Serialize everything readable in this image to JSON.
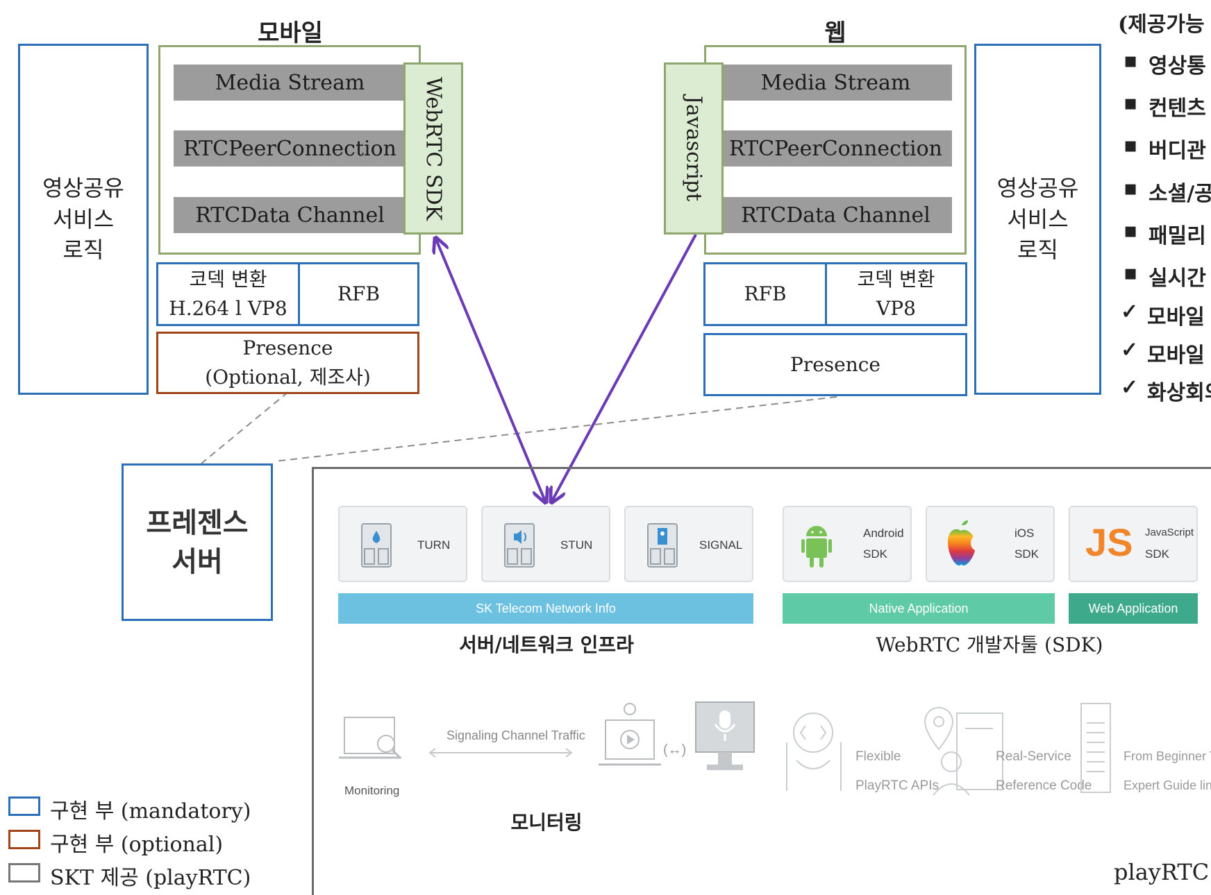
{
  "mobile": {
    "title": "모바일",
    "logic": [
      "영상공유",
      "서비스",
      "로직"
    ],
    "stack": [
      "Media Stream",
      "RTCPeerConnection",
      "RTCData Channel"
    ],
    "sdk_label": "WebRTC SDK",
    "codec": [
      "코덱 변환",
      "H.264 l VP8"
    ],
    "rfb": "RFB",
    "presence": [
      "Presence",
      "(Optional, 제조사)"
    ]
  },
  "web": {
    "title": "웹",
    "logic": [
      "영상공유",
      "서비스",
      "로직"
    ],
    "stack": [
      "Media Stream",
      "RTCPeerConnection",
      "RTCData Channel"
    ],
    "js_label": "Javascript",
    "rfb": "RFB",
    "codec": [
      "코덱 변환",
      "VP8"
    ],
    "presence": "Presence"
  },
  "presence_server": [
    "프레젠스",
    "서버"
  ],
  "right_panel": {
    "title": "(제공가능",
    "bullets": [
      "영상통",
      "컨텐츠",
      "버디관",
      "소셜/공",
      "패밀리",
      "실시간"
    ],
    "checks": [
      "모바일",
      "모바일",
      "화상회의"
    ]
  },
  "playrtc": {
    "label": "playRTC",
    "infra_cards": [
      "TURN",
      "STUN",
      "SIGNAL"
    ],
    "sdk_cards": [
      {
        "line1": "Android",
        "line2": "SDK"
      },
      {
        "line1": "iOS",
        "line2": "SDK"
      },
      {
        "line1": "JavaScript",
        "line2": "SDK"
      }
    ],
    "js_logo": "JS",
    "band_network": "SK Telecom Network Info",
    "band_native": "Native Application",
    "band_web": "Web Application",
    "caption_infra": "서버/네트워크 인프라",
    "caption_sdk": "WebRTC 개발자툴 (SDK)",
    "monitoring_label": "Monitoring",
    "signaling_label": "Signaling Channel Traffic",
    "arrow_pair": "(↔)",
    "caption_monitoring": "모니터링",
    "features": [
      {
        "line1": "Flexible",
        "line2": "PlayRTC APIs"
      },
      {
        "line1": "Real-Service",
        "line2": "Reference Code"
      },
      {
        "line1": "From Beginner To",
        "line2": "Expert Guide line"
      }
    ]
  },
  "legend": [
    {
      "label": "구현 부 (mandatory)",
      "color": "#2a6fb8"
    },
    {
      "label": "구현 부 (optional)",
      "color": "#a0441a"
    },
    {
      "label": "SKT 제공 (playRTC)",
      "color": "#777777"
    }
  ],
  "colors": {
    "blue_border": "#2a6fb8",
    "orange_border": "#a0441a",
    "purple_arrow": "#6a3bb5",
    "band_blue": "#6cc1e0",
    "band_teal": "#5fcaa6",
    "band_dark_teal": "#3fa98c"
  }
}
